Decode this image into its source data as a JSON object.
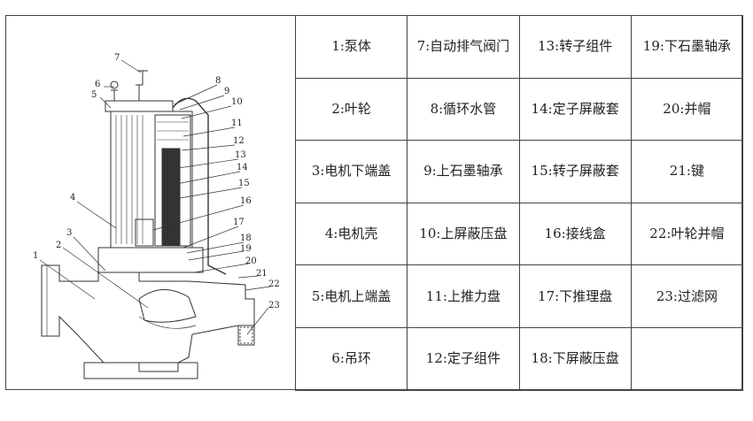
{
  "diagram": {
    "callouts": [
      "1",
      "2",
      "3",
      "4",
      "5",
      "6",
      "7",
      "8",
      "9",
      "10",
      "11",
      "12",
      "13",
      "14",
      "15",
      "16",
      "17",
      "18",
      "19",
      "20",
      "21",
      "22",
      "23"
    ]
  },
  "parts_table": {
    "rows": [
      [
        "1:泵体",
        "7:自动排气阀门",
        "13:转子组件",
        "19:下石墨轴承"
      ],
      [
        "2:叶轮",
        "8:循环水管",
        "14:定子屏蔽套",
        "20:并帽"
      ],
      [
        "3:电机下端盖",
        "9:上石墨轴承",
        "15:转子屏蔽套",
        "21:键"
      ],
      [
        "4:电机壳",
        "10:上屏蔽压盘",
        "16:接线盒",
        "22:叶轮并帽"
      ],
      [
        "5:电机上端盖",
        "11:上推力盘",
        "17:下推理盘",
        "23:过滤网"
      ],
      [
        "6:吊环",
        "12:定子组件",
        "18:下屏蔽压盘",
        ""
      ]
    ]
  }
}
